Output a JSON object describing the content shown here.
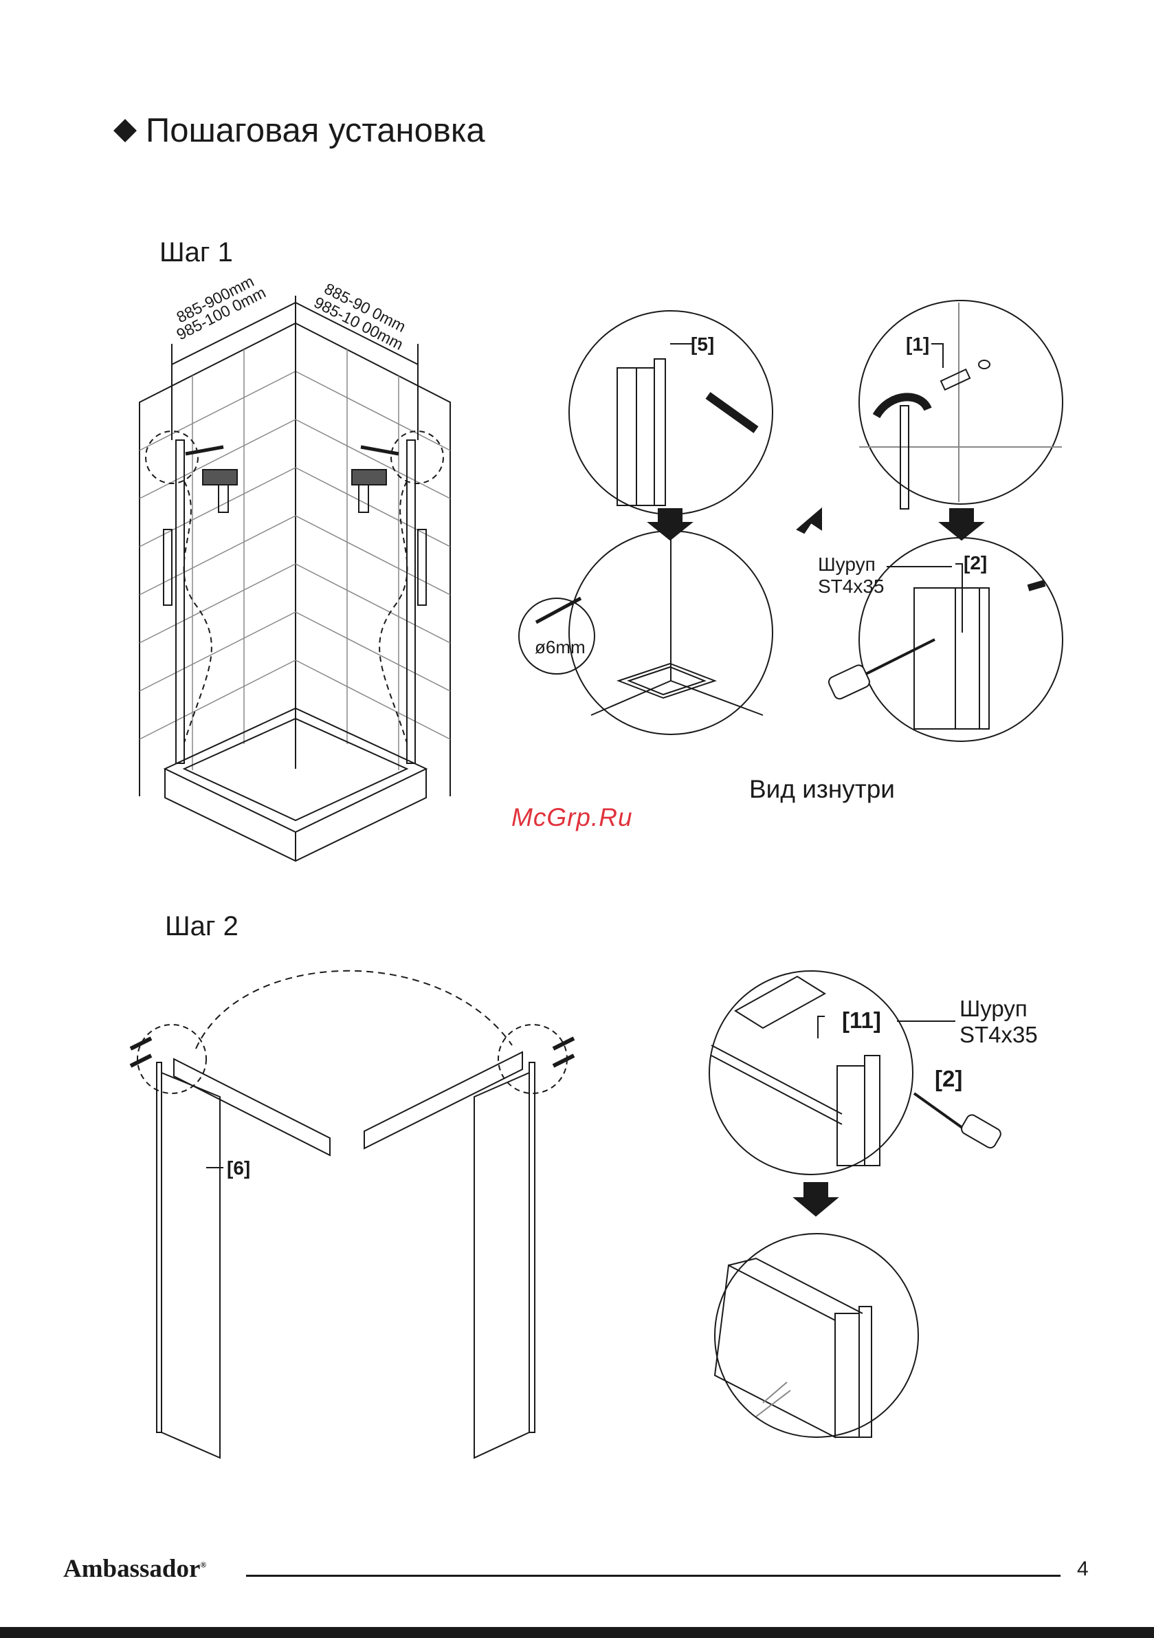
{
  "heading": "Пошаговая установка",
  "steps": [
    {
      "title": "Шаг 1"
    },
    {
      "title": "Шаг 2"
    }
  ],
  "step1": {
    "dim_left_1": "885-900mm",
    "dim_left_2": "985-100 0mm",
    "dim_right_1": "885-90 0mm",
    "dim_right_2": "985-10 00mm",
    "part_5": "[5]",
    "part_1": "[1]",
    "part_2": "[2]",
    "drill": "ø6mm",
    "screw_name": "Шуруп",
    "screw_size": "ST4x35",
    "inside_view": "Вид изнутри"
  },
  "step2": {
    "part_6": "[6]",
    "part_11": "[11]",
    "part_2": "[2]",
    "screw_name": "Шуруп",
    "screw_size": "ST4x35"
  },
  "watermark": "McGrp.Ru",
  "footer": {
    "brand": "Ambassador",
    "reg": "®",
    "page": "4"
  }
}
